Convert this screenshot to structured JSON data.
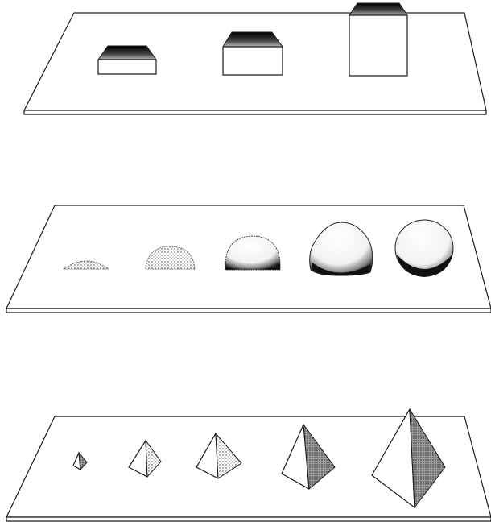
{
  "colors": {
    "background": "#ffffff",
    "line": "#1a1a1a",
    "shade_dark": "#111111",
    "shade_mid": "#8a8a8a",
    "shade_light": "#cfcfcf"
  },
  "rows": [
    {
      "name": "boxes",
      "shape": "rectangular-block",
      "count": 3
    },
    {
      "name": "domes",
      "shape": "sphere-cap",
      "count": 5
    },
    {
      "name": "pyramids",
      "shape": "tetrahedron",
      "count": 5
    }
  ]
}
